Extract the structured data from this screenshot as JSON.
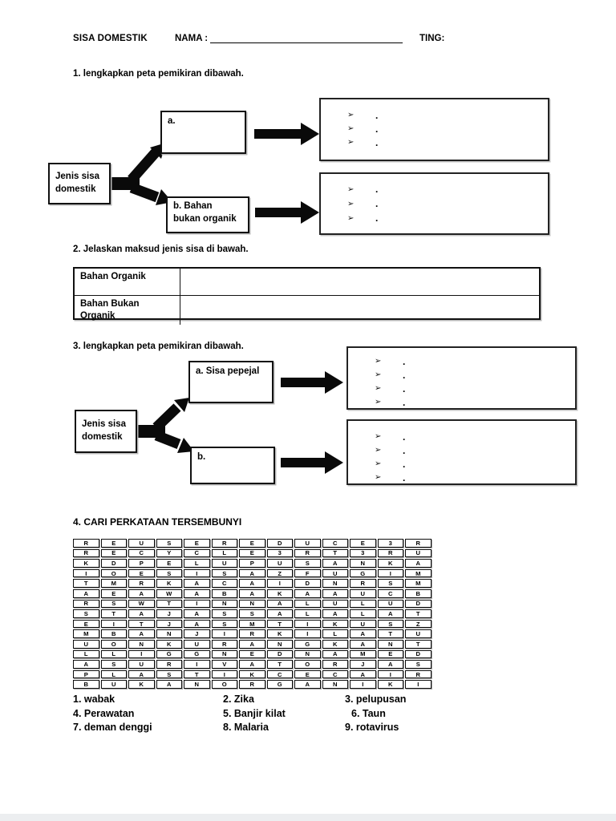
{
  "header": {
    "title": "SISA DOMESTIK",
    "name_label": "NAMA :",
    "ting_label": "TING:"
  },
  "bullets": {
    "marker": "➢",
    "dot": "."
  },
  "q1": {
    "label": "1. lengkapkan peta pemikiran dibawah.",
    "root": "Jenis sisa\ndomestik",
    "branch_a": "a.",
    "branch_b": "b. Bahan\nbukan organik"
  },
  "q2": {
    "label": "2. Jelaskan maksud jenis sisa di bawah.",
    "rows": [
      {
        "term": "Bahan Organik",
        "definition": ""
      },
      {
        "term": "Bahan Bukan\nOrganik",
        "definition": ""
      }
    ]
  },
  "q3": {
    "label": "3. lengkapkan peta pemikiran dibawah.",
    "root": "Jenis sisa\ndomestik",
    "branch_a": "a. Sisa pepejal",
    "branch_b": "b."
  },
  "q4": {
    "label": "4. CARI PERKATAAN TERSEMBUNYI",
    "grid": [
      "REUSEREDUCE3R",
      "RECYCLE3RT3RU",
      "KDPELUPUSANKA",
      "IOESISAZFUGIM",
      "TMRKACAIDNRSM",
      "AEAWABAKAAUCB",
      "RSWTINNALULUD",
      "STAJASSALALAT",
      "EITJASMTIKUSZ",
      "MBANJIRKILATU",
      "UONKURANGKANT",
      "LLIGGNEDNAMED",
      "ASURIVATORJAS",
      "PLASTIKCECAIR",
      "BUKANORGANIKI"
    ],
    "words": [
      "1. wabak",
      "2. Zika",
      "3. pelupusan",
      "4. Perawatan",
      "5. Banjir kilat",
      "6. Taun",
      "7. deman denggi",
      "8. Malaria",
      "9. rotavirus"
    ]
  }
}
